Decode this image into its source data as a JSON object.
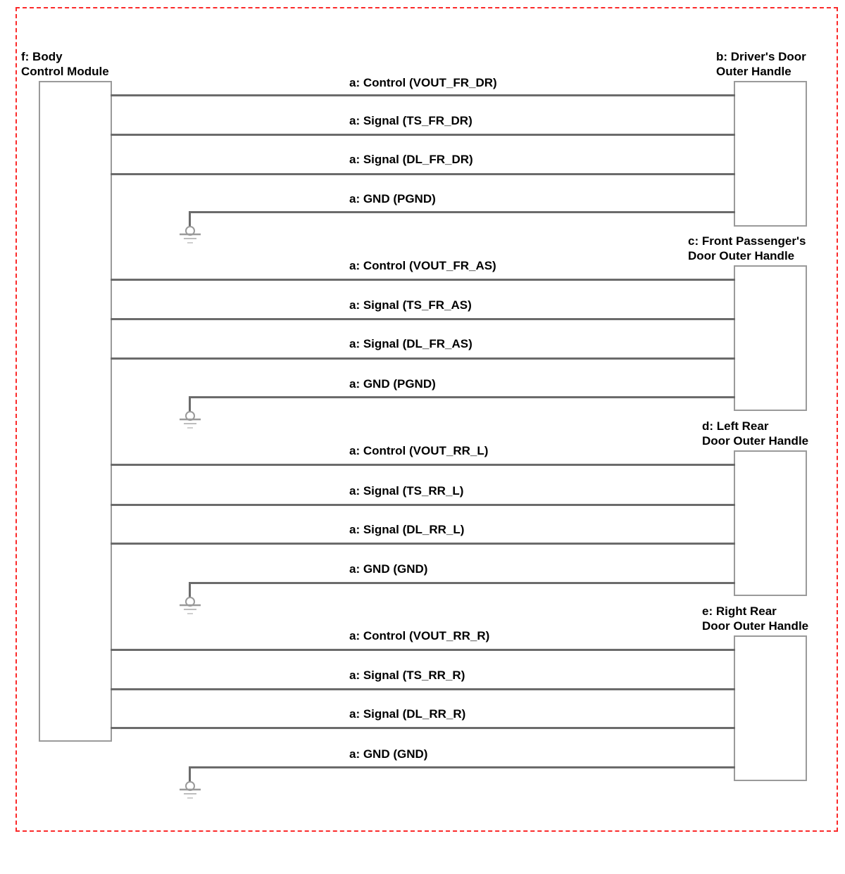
{
  "diagram": {
    "title_left": "f: Body\nControl Module",
    "colors": {
      "region_border": "#fb2a2a",
      "wire": "#6b6b6b",
      "box_border": "#9a9a9a",
      "text": "#000000",
      "background": "#ffffff"
    },
    "left_component": {
      "id": "f",
      "label": "f: Body\nControl Module"
    },
    "right_components": [
      {
        "id": "b",
        "label": "b: Driver's Door\nOuter Handle"
      },
      {
        "id": "c",
        "label": "c: Front Passenger's\nDoor Outer Handle"
      },
      {
        "id": "d",
        "label": "d: Left Rear\nDoor Outer Handle"
      },
      {
        "id": "e",
        "label": "e: Right Rear\nDoor Outer Handle"
      }
    ],
    "groups": [
      {
        "target": "b",
        "wires": [
          {
            "label": "a: Control (VOUT_FR_DR)",
            "kind": "signal"
          },
          {
            "label": "a: Signal (TS_FR_DR)",
            "kind": "signal"
          },
          {
            "label": "a: Signal (DL_FR_DR)",
            "kind": "signal"
          },
          {
            "label": "a: GND (PGND)",
            "kind": "ground"
          }
        ]
      },
      {
        "target": "c",
        "wires": [
          {
            "label": "a: Control (VOUT_FR_AS)",
            "kind": "signal"
          },
          {
            "label": "a: Signal (TS_FR_AS)",
            "kind": "signal"
          },
          {
            "label": "a: Signal (DL_FR_AS)",
            "kind": "signal"
          },
          {
            "label": "a: GND (PGND)",
            "kind": "ground"
          }
        ]
      },
      {
        "target": "d",
        "wires": [
          {
            "label": "a: Control (VOUT_RR_L)",
            "kind": "signal"
          },
          {
            "label": "a: Signal (TS_RR_L)",
            "kind": "signal"
          },
          {
            "label": "a: Signal (DL_RR_L)",
            "kind": "signal"
          },
          {
            "label": "a: GND (GND)",
            "kind": "ground"
          }
        ]
      },
      {
        "target": "e",
        "wires": [
          {
            "label": "a: Control (VOUT_RR_R)",
            "kind": "signal"
          },
          {
            "label": "a: Signal (TS_RR_R)",
            "kind": "signal"
          },
          {
            "label": "a: Signal (DL_RR_R)",
            "kind": "signal"
          },
          {
            "label": "a: GND (GND)",
            "kind": "ground"
          }
        ]
      }
    ]
  }
}
